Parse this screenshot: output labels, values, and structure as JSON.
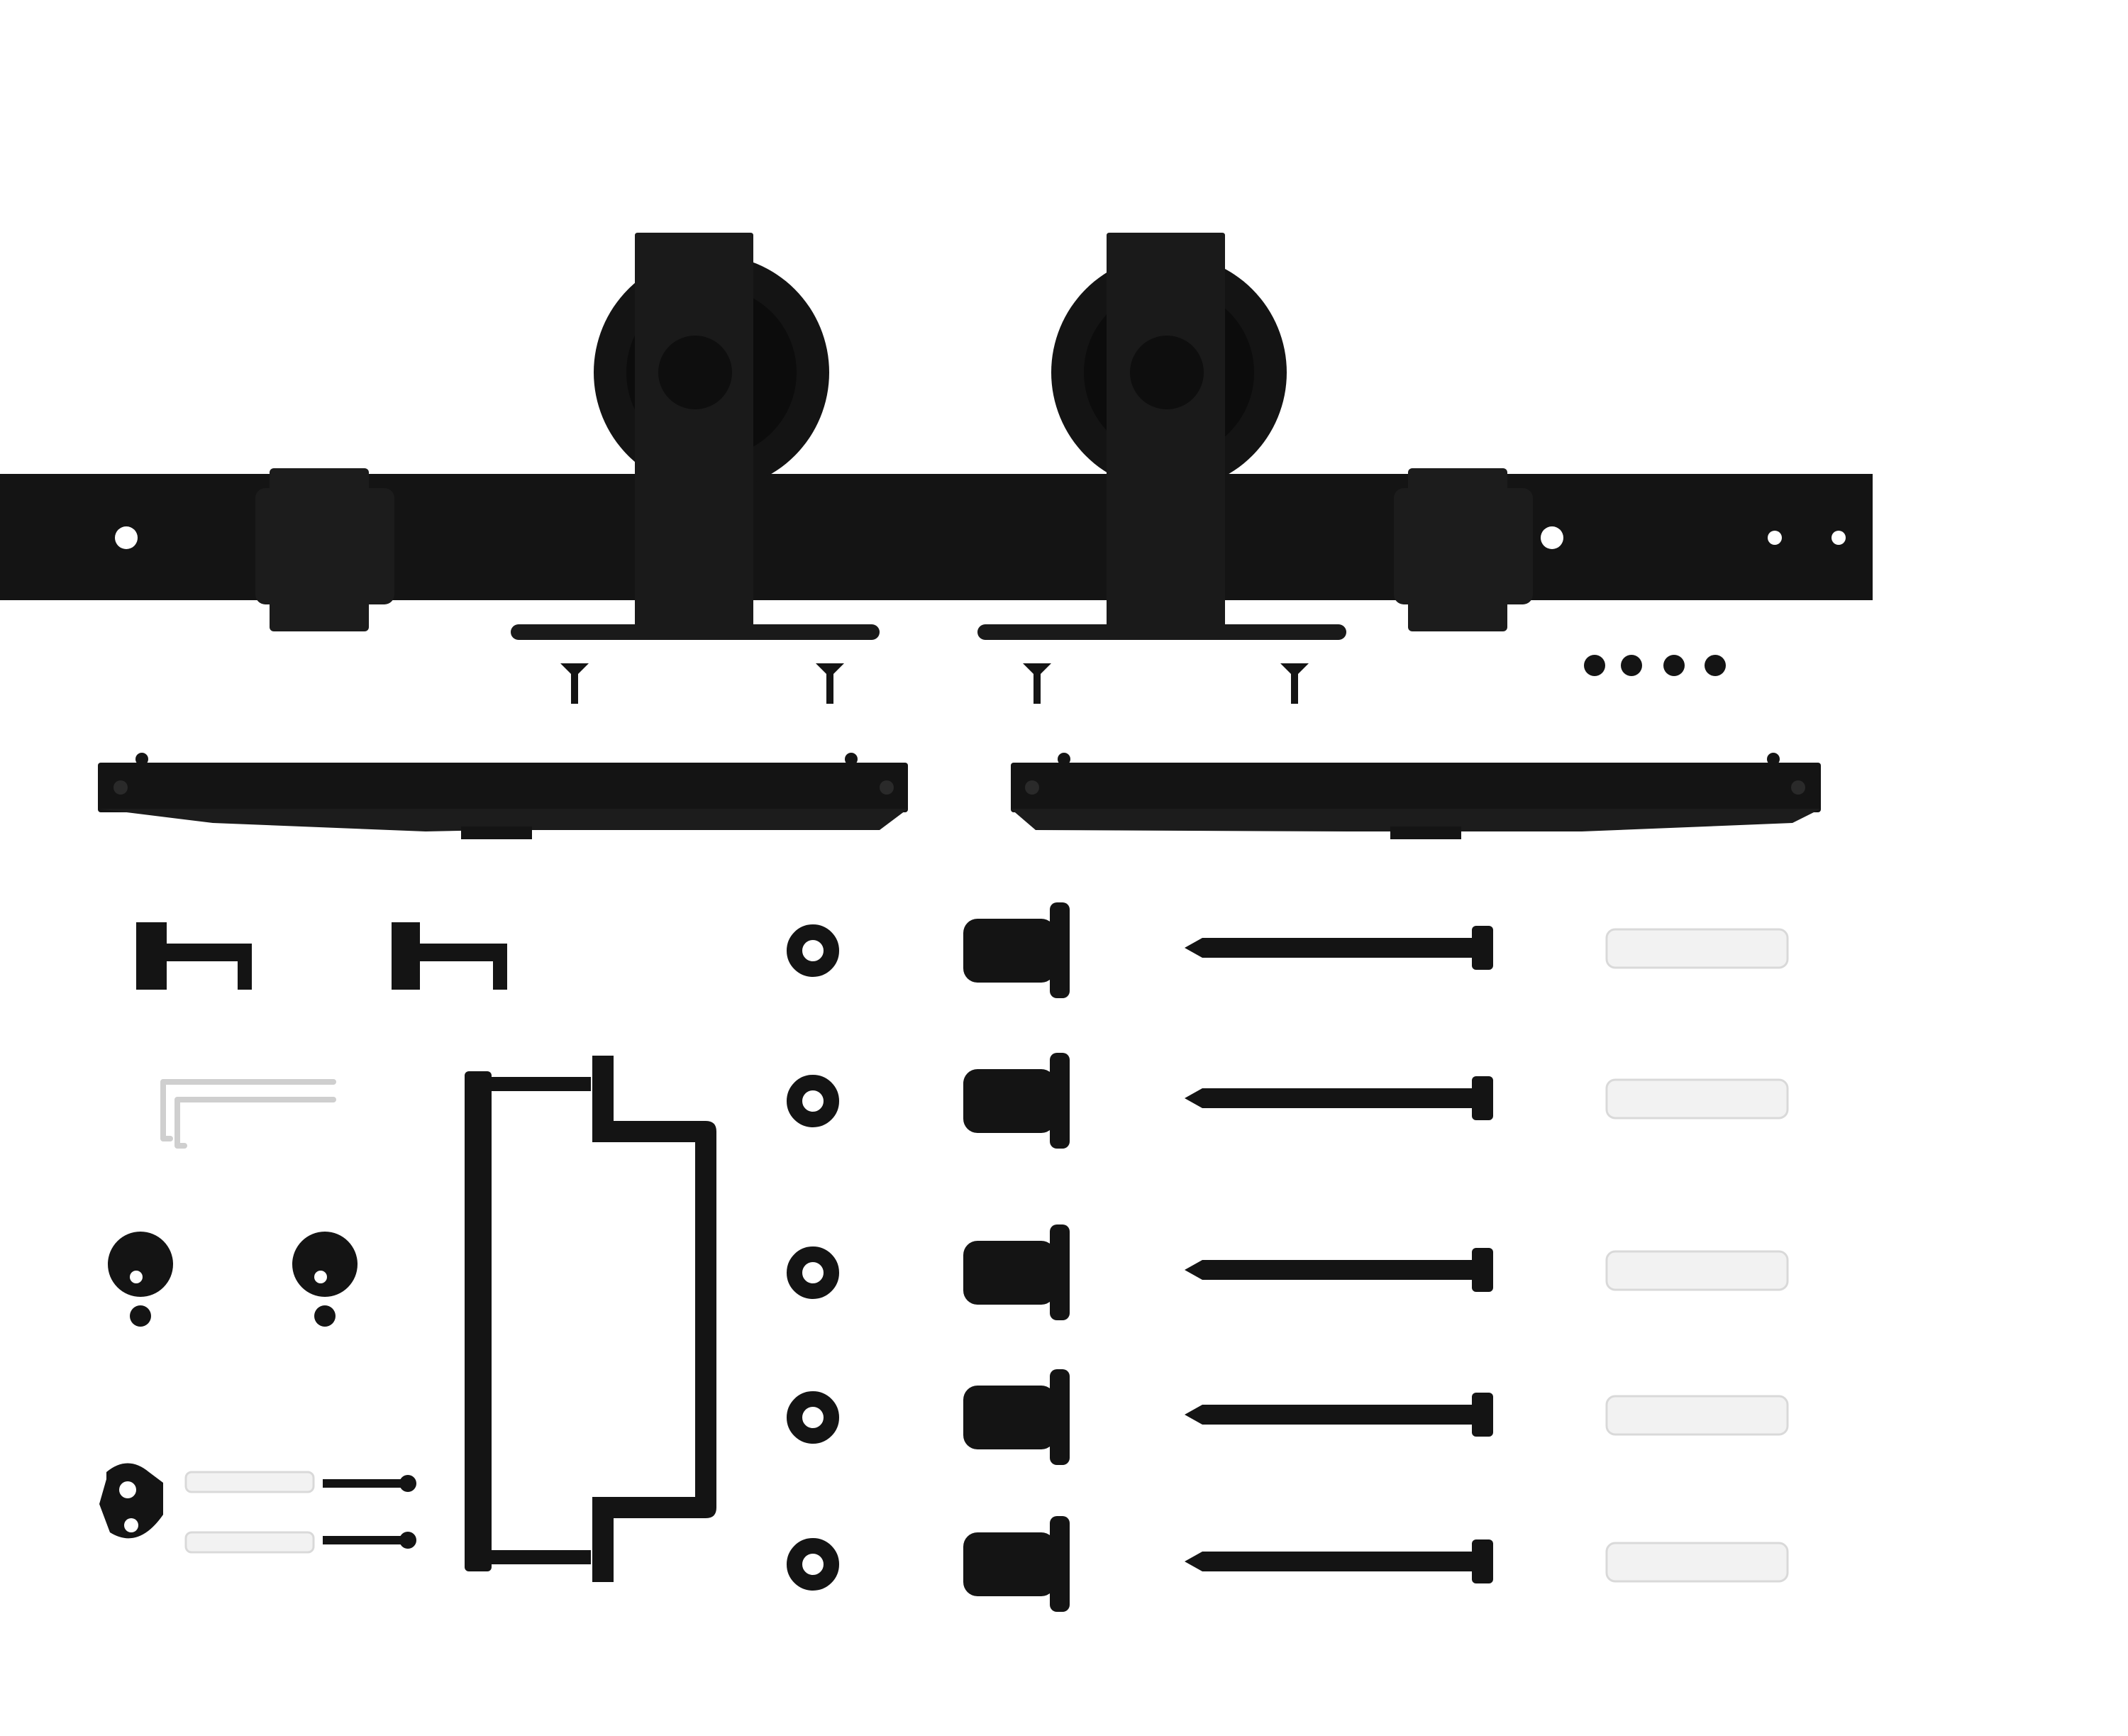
{
  "scene": {
    "kind": "product-photo",
    "background_color": "#ffffff",
    "hardware_color": "#141414",
    "anchor_color": "#f2f2f2",
    "key_color": "#d9d9d9",
    "parts": {
      "track_rail": {
        "count": 1
      },
      "hangers": {
        "count": 2
      },
      "hanger_screws": {
        "count": 4
      },
      "end_stops": {
        "count": 2
      },
      "small_screws": {
        "count": 4
      },
      "soft_close_dampers": {
        "count": 2
      },
      "floor_guides": {
        "count": 2
      },
      "allen_keys": {
        "count": 2
      },
      "anti_jump_discs": {
        "count": 2
      },
      "bottom_guide": {
        "count": 1
      },
      "small_anchors": {
        "count": 2
      },
      "wood_screws": {
        "count": 2
      },
      "door_handle": {
        "count": 1
      },
      "washers": {
        "count": 5
      },
      "spacers": {
        "count": 5
      },
      "lag_bolts": {
        "count": 5
      },
      "wall_anchors": {
        "count": 5
      }
    }
  }
}
